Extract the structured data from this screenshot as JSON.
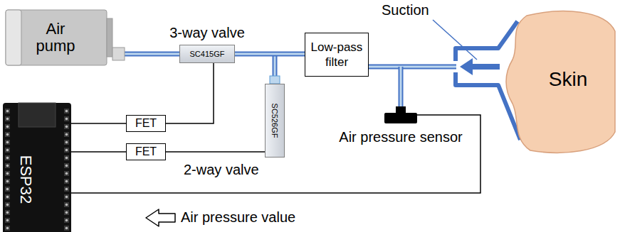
{
  "diagram": {
    "nodes": [
      {
        "text": [
          "Air pump"
        ]
      },
      {
        "text": [
          "3-way valve",
          "SC415GF"
        ]
      },
      {
        "text": [
          "Low-pass filter"
        ]
      },
      {
        "text": [
          "Skin"
        ]
      },
      {
        "text": [
          "SC526GF"
        ]
      },
      {
        "text": [
          "FET"
        ]
      },
      {
        "text": [
          "FET"
        ]
      },
      {
        "text": [
          "Air pressure sensor"
        ]
      },
      {
        "text": [
          "ESP32"
        ]
      }
    ],
    "edges": [
      {
        "from": 0,
        "to": 1,
        "arrow": "none"
      },
      {
        "from": 1,
        "to": 2,
        "arrow": "none"
      },
      {
        "from": 8,
        "to": 5,
        "arrow": "none"
      },
      {
        "from": 8,
        "to": 6,
        "arrow": "none"
      },
      {
        "from": 5,
        "to": 1,
        "arrow": "none"
      },
      {
        "from": 6,
        "to": 4,
        "arrow": "none"
      },
      {
        "from": 8,
        "to": 7,
        "arrow": "none"
      }
    ],
    "labels": [
      "2-way valve",
      "Suction",
      "Air pressure value"
    ]
  }
}
